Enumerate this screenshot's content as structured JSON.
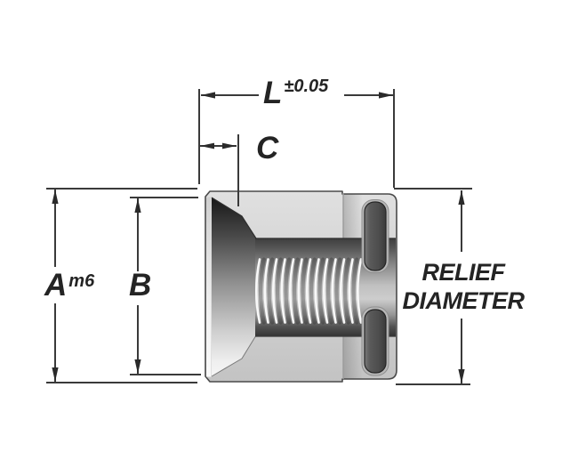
{
  "dimensions": {
    "length": {
      "label": "L",
      "tolerance": "±0.05"
    },
    "countersink_depth": {
      "label": "C"
    },
    "outer_diameter": {
      "label": "A",
      "fit": "m6"
    },
    "counterbore_diameter": {
      "label": "B"
    },
    "relief_diameter": {
      "line1": "RELIEF",
      "line2": "DIAMETER"
    }
  },
  "colors": {
    "background": "#ffffff",
    "dimension_lines": "#3a3a3a",
    "arrowheads": "#2a2a2a",
    "text": "#242424",
    "body_metal_light": "#d4d4d4",
    "countersink_dark": "#1a1a1a",
    "bore_shadow": "#3e3e3e",
    "thread_highlight": "#f8f8f8",
    "locking_key": "#4f4f4f"
  }
}
